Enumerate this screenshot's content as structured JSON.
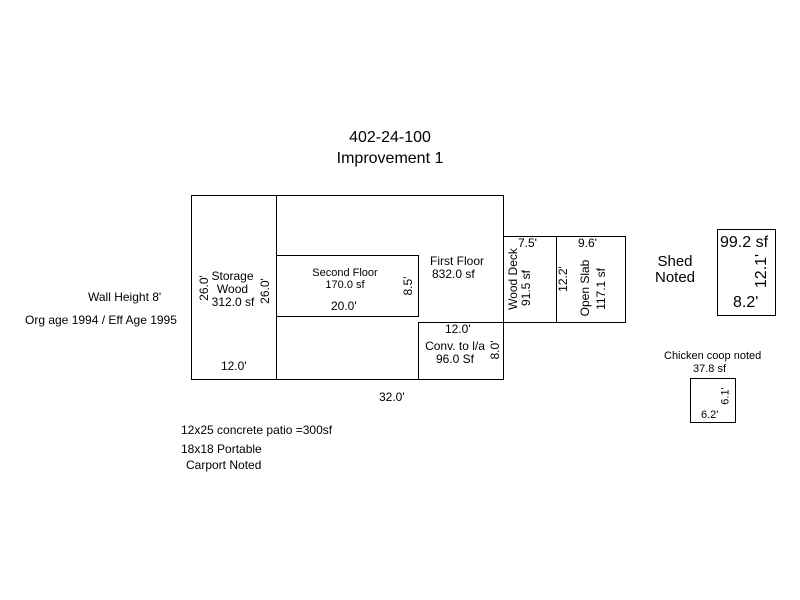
{
  "header": {
    "parcel_id": "402-24-100",
    "improvement": "Improvement 1"
  },
  "notes": {
    "wall_height": "Wall Height 8'",
    "age": "Org age 1994 / Eff Age 1995",
    "patio": "12x25 concrete patio =300sf",
    "carport_line1": "18x18 Portable",
    "carport_line2": "Carport Noted"
  },
  "storage": {
    "label_line1": "Storage",
    "label_line2": "Wood",
    "area": "312.0 sf",
    "dim_left": "26.0'",
    "dim_right": "26.0'",
    "dim_bottom": "12.0'"
  },
  "first_floor": {
    "label": "First Floor",
    "area": "832.0 sf",
    "dim_bottom": "32.0'"
  },
  "second_floor": {
    "label": "Second Floor",
    "area": "170.0 sf",
    "dim_bottom": "20.0'",
    "dim_right": "8.5'"
  },
  "conversion": {
    "label": "Conv. to l/a",
    "area": "96.0 Sf",
    "dim_top": "12.0'",
    "dim_right": "8.0'"
  },
  "wood_deck": {
    "label": "Wood Deck",
    "area": "91.5 sf",
    "dim_top": "7.5'",
    "dim_right": "12.2'"
  },
  "open_slab": {
    "label": "Open Slab",
    "area": "117.1 sf",
    "dim_top": "9.6'"
  },
  "shed": {
    "label_line1": "Shed",
    "label_line2": "Noted",
    "area": "99.2 sf",
    "dim_right": "12.1'",
    "dim_bottom": "8.2'"
  },
  "chicken_coop": {
    "label": "Chicken coop noted",
    "area": "37.8 sf",
    "dim_right": "6.1'",
    "dim_bottom": "6.2'"
  }
}
